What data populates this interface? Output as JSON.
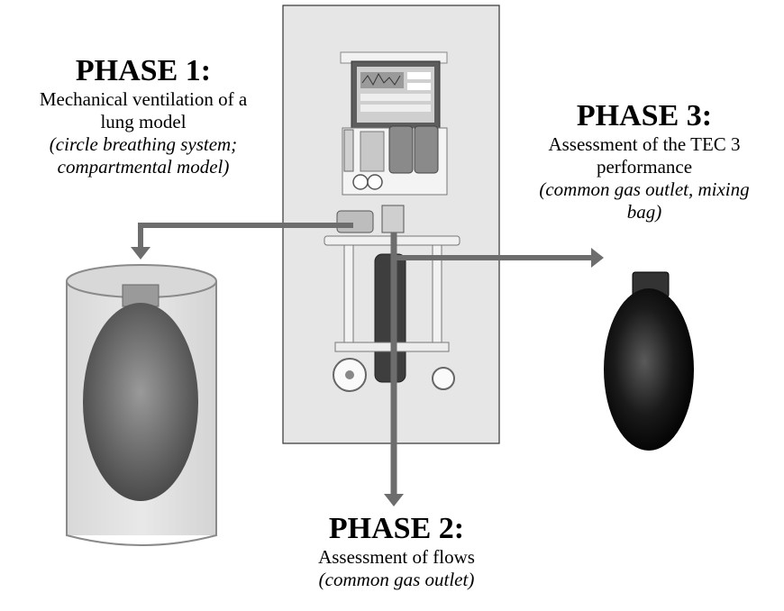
{
  "phase1": {
    "title": "PHASE 1:",
    "desc_lines": [
      "Mechanical ventilation of a",
      "lung model"
    ],
    "note_lines": [
      "(circle breathing system;",
      "compartmental model)"
    ]
  },
  "phase2": {
    "title": "PHASE 2:",
    "desc_lines": [
      "Assessment of flows"
    ],
    "note_lines": [
      "(common gas outlet)"
    ]
  },
  "phase3": {
    "title": "PHASE 3:",
    "desc_lines": [
      "Assessment of the TEC 3",
      "performance"
    ],
    "note_lines": [
      "(common gas outlet, mixing",
      "bag)"
    ]
  },
  "icons": [
    "anesthesia-machine-icon",
    "lung-model-jar-icon",
    "mixing-bag-icon"
  ],
  "colors": {
    "arrow": "#6d6d6d",
    "background": "#ffffff",
    "panel": "#e3e3e3"
  }
}
